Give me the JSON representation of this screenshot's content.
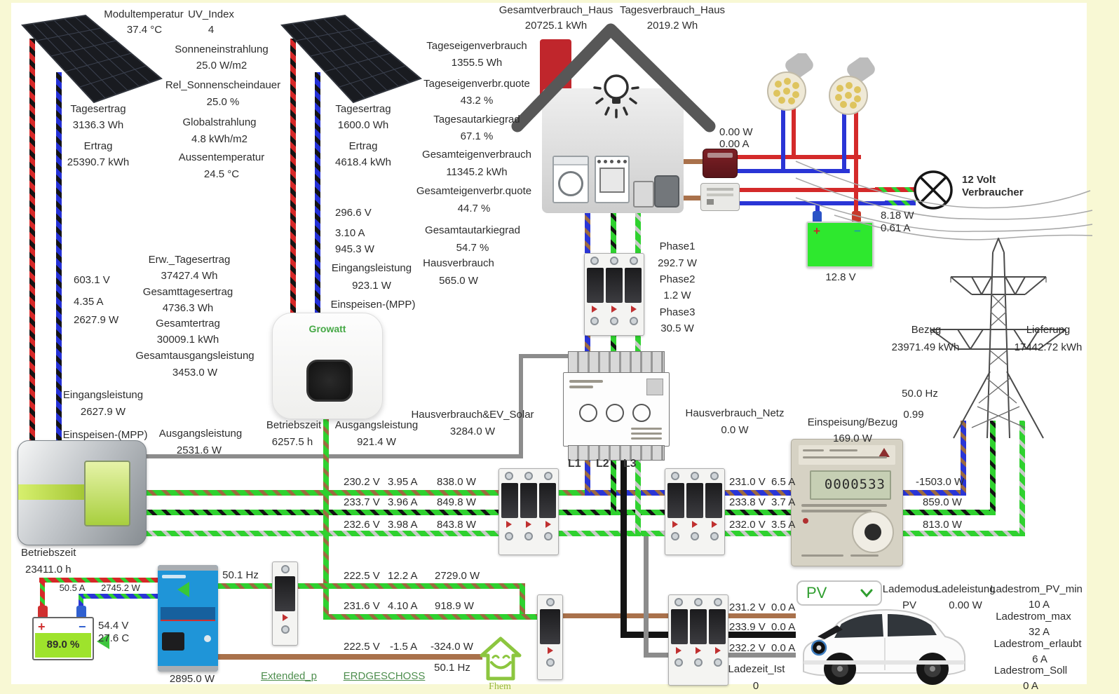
{
  "colors": {
    "bg_frame": "#f8f8d4",
    "wire_red": "#d62828",
    "wire_blue": "#2a35d6",
    "wire_green": "#2fd12f",
    "wire_brown": "#a9714b",
    "link_green": "#4e8e4e",
    "accent_green": "#2f9e2f",
    "battery_green": "#9ee32c",
    "chimney_red": "#c0262c",
    "victron_blue": "#1f95d8",
    "fhem_green": "#8cc63f"
  },
  "pv_left": {
    "module_temp_label": "Modultemperatur",
    "module_temp": "37.4 °C",
    "uv_label": "UV_Index",
    "uv": "4",
    "tagesertrag_label": "Tagesertrag",
    "tagesertrag": "3136.3 Wh",
    "ertrag_label": "Ertrag",
    "ertrag": "25390.7 kWh",
    "voltage": "603.1 V",
    "current": "4.35 A",
    "power": "2627.9 W",
    "eingang_label": "Eingangsleistung",
    "eingang": "2627.9 W",
    "einspeisen_label": "Einspeisen-(MPP)"
  },
  "weather": {
    "sonnen_label": "Sonneneinstrahlung",
    "sonnen": "25.0 W/m2",
    "rel_label": "Rel_Sonnenscheindauer",
    "rel": "25.0 %",
    "global_label": "Globalstrahlung",
    "global": "4.8 kWh/m2",
    "aussen_label": "Aussentemperatur",
    "aussen": "24.5 °C"
  },
  "pv_right": {
    "tagesertrag_label": "Tagesertrag",
    "tagesertrag": "1600.0 Wh",
    "ertrag_label": "Ertrag",
    "ertrag": "4618.4 kWh",
    "voltage": "296.6 V",
    "current": "3.10 A",
    "power": "945.3 W",
    "eingang_label": "Eingangsleistung",
    "eingang": "923.1 W",
    "einspeisen_label": "Einspeisen-(MPP)"
  },
  "totals": {
    "erw_label": "Erw._Tagesertrag",
    "erw": "37427.4 Wh",
    "tag_label": "Gesamttagesertrag",
    "tag": "4736.3 Wh",
    "ges_label": "Gesamtertrag",
    "ges": "30009.1 kWh",
    "aus_label": "Gesamtausgangsleistung",
    "aus": "3453.0 W"
  },
  "growatt": {
    "brand": "Growatt",
    "betrieb_label": "Betriebszeit",
    "betrieb": "6257.5 h",
    "aus_label": "Ausgangsleistung",
    "aus": "921.4 W"
  },
  "sma": {
    "aus_label": "Ausgangsleistung",
    "aus": "2531.6 W",
    "betrieb_label": "Betriebszeit",
    "betrieb": "23411.0 h"
  },
  "house": {
    "gesamt_label": "Gesamtverbrauch_Haus",
    "gesamt": "20725.1 kWh",
    "tages_label": "Tagesverbrauch_Haus",
    "tages": "2019.2 Wh"
  },
  "eigen": {
    "items": [
      {
        "label": "Tageseigenverbrauch",
        "value": "1355.5 Wh"
      },
      {
        "label": "Tageseigenverbr.quote",
        "value": "43.2 %"
      },
      {
        "label": "Tagesautarkiegrad",
        "value": "67.1 %"
      },
      {
        "label": "Gesamteigenverbrauch",
        "value": "11345.2 kWh"
      },
      {
        "label": "Gesamteigenverbr.quote",
        "value": "44.7 %"
      },
      {
        "label": "Gesamtautarkiegrad",
        "value": "54.7 %"
      }
    ]
  },
  "hausverbrauch": {
    "label": "Hausverbrauch",
    "value": "565.0 W",
    "phase1_label": "Phase1",
    "phase1": "292.7 W",
    "phase2_label": "Phase2",
    "phase2": "1.2 W",
    "phase3_label": "Phase3",
    "phase3": "30.5 W"
  },
  "ev_solar": {
    "label": "Hausverbrauch&EV_Solar",
    "value": "3284.0 W"
  },
  "knx": {
    "l1": "L1",
    "l2": "L2",
    "l3": "L3"
  },
  "netz": {
    "label": "Hausverbrauch_Netz",
    "value": "0.0 W"
  },
  "meter": {
    "label": "Einspeisung/Bezug",
    "value": "169.0 W",
    "display": "0000533"
  },
  "grid": {
    "bezug_label": "Bezug",
    "bezug": "23971.49 kWh",
    "lieferung_label": "Lieferung",
    "lieferung": "17442.72 kWh",
    "freq": "50.0 Hz",
    "cosphi": "0.99"
  },
  "dc12": {
    "power": "0.00 W",
    "current": "0.00 A",
    "lamp_power": "8.18 W",
    "lamp_current": "0.61 A",
    "consumer_line1": "12 Volt",
    "consumer_line2": "Verbraucher",
    "battery_voltage": "12.8 V",
    "bat_plus": "+",
    "bat_minus": "−"
  },
  "rows_left": [
    {
      "v": "230.2 V",
      "a": "3.95 A",
      "w": "838.0 W"
    },
    {
      "v": "233.7 V",
      "a": "3.96 A",
      "w": "849.8 W"
    },
    {
      "v": "232.6 V",
      "a": "3.98 A",
      "w": "843.8 W"
    }
  ],
  "rows_mid": [
    {
      "v": "231.0 V",
      "a": "6.5 A"
    },
    {
      "v": "233.8 V",
      "a": "3.7 A"
    },
    {
      "v": "232.0 V",
      "a": "3.5 A"
    }
  ],
  "rows_right": [
    {
      "w": "-1503.0 W"
    },
    {
      "w": "859.0 W"
    },
    {
      "w": "813.0 W"
    }
  ],
  "battery48": {
    "current": "50.5 A",
    "power": "2745.2 W",
    "voltage": "54.4 V",
    "temp": "27.6 C",
    "soc": "89.0 %",
    "plus": "+",
    "minus": "−"
  },
  "victron": {
    "power": "2895.0 W",
    "freq": "50.1 Hz"
  },
  "erd_rows": [
    {
      "v": "222.5 V",
      "a": "12.2 A",
      "w": "2729.0 W"
    },
    {
      "v": "231.6 V",
      "a": "4.10 A",
      "w": "918.9 W"
    },
    {
      "v": "222.5 V",
      "a": "-1.5 A",
      "w": "-324.0 W"
    }
  ],
  "erd": {
    "freq": "50.1 Hz",
    "link1": "Extended_p",
    "link2": "ERDGESCHOSS"
  },
  "fhem": {
    "label": "Fhem"
  },
  "ev": {
    "rows": [
      {
        "v": "231.2 V",
        "a": "0.0 A"
      },
      {
        "v": "233.9 V",
        "a": "0.0 A"
      },
      {
        "v": "232.2 V",
        "a": "0.0 A"
      }
    ],
    "ladezeit_label": "Ladezeit_Ist",
    "ladezeit": "0",
    "dropdown_value": "PV",
    "lademodus_label": "Lademodus",
    "lademodus": "PV",
    "ladeleistung_label": "Ladeleistung",
    "ladeleistung": "0.00 W",
    "pvmin_label": "Ladestrom_PV_min",
    "pvmin": "10 A",
    "max_label": "Ladestrom_max",
    "max": "32 A",
    "erlaubt_label": "Ladestrom_erlaubt",
    "erlaubt": "6 A",
    "soll_label": "Ladestrom_Soll",
    "soll": "0 A"
  }
}
